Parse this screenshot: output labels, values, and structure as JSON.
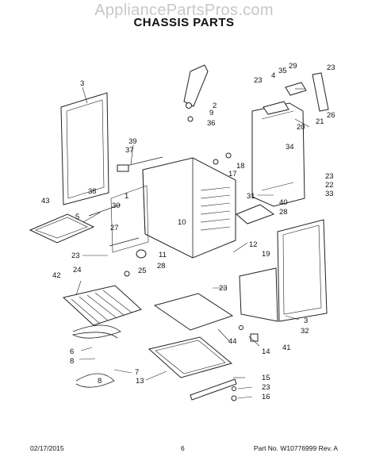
{
  "header": {
    "watermark": "AppliancePartsPros.com",
    "title": "CHASSIS PARTS"
  },
  "callouts": [
    "3",
    "39",
    "37",
    "38",
    "43",
    "5",
    "1",
    "30",
    "10",
    "27",
    "23",
    "42",
    "24",
    "11",
    "25",
    "28",
    "6",
    "8",
    "7",
    "13",
    "29",
    "35",
    "4",
    "23",
    "2",
    "9",
    "36",
    "23",
    "26",
    "20",
    "21",
    "34",
    "18",
    "17",
    "23",
    "22",
    "33",
    "31",
    "40",
    "28",
    "12",
    "19",
    "23",
    "44",
    "3",
    "32",
    "14",
    "41",
    "15",
    "23",
    "16",
    "8"
  ],
  "footer": {
    "date": "02/17/2015",
    "page": "6",
    "part_label": "Part No. W10776999 Rev. A"
  }
}
